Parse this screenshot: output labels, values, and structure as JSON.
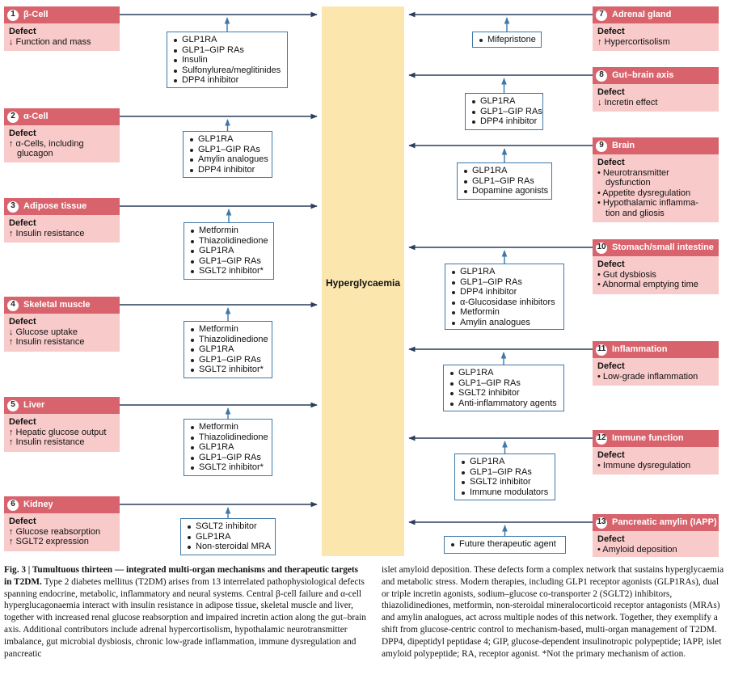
{
  "center_label": "Hyperglycaemia",
  "defect_label": "Defect",
  "left_organs": [
    {
      "num": "1",
      "title": "β-Cell",
      "items": [
        "↓ Function and mass"
      ]
    },
    {
      "num": "2",
      "title": "α-Cell",
      "items": [
        "↑ α-Cells, including",
        "glucagon"
      ]
    },
    {
      "num": "3",
      "title": "Adipose tissue",
      "items": [
        "↑ Insulin resistance"
      ]
    },
    {
      "num": "4",
      "title": "Skeletal muscle",
      "items": [
        "↓ Glucose uptake",
        "↑ Insulin resistance"
      ]
    },
    {
      "num": "5",
      "title": "Liver",
      "items": [
        "↑ Hepatic glucose output",
        "↑ Insulin resistance"
      ]
    },
    {
      "num": "6",
      "title": "Kidney",
      "items": [
        "↑ Glucose reabsorption",
        "↑ SGLT2 expression"
      ]
    }
  ],
  "right_organs": [
    {
      "num": "7",
      "title": "Adrenal gland",
      "items": [
        "↑ Hypercortisolism"
      ]
    },
    {
      "num": "8",
      "title": "Gut–brain axis",
      "items": [
        "↓ Incretin effect"
      ]
    },
    {
      "num": "9",
      "title": "Brain",
      "items": [
        "• Neurotransmitter",
        "dysfunction",
        "• Appetite dysregulation",
        "• Hypothalamic inflamma-",
        "tion and gliosis"
      ]
    },
    {
      "num": "10",
      "title": "Stomach/small intestine",
      "items": [
        "• Gut dysbiosis",
        "• Abnormal emptying time"
      ]
    },
    {
      "num": "11",
      "title": "Inflammation",
      "items": [
        "• Low-grade inflammation"
      ]
    },
    {
      "num": "12",
      "title": "Immune function",
      "items": [
        "• Immune dysregulation"
      ]
    },
    {
      "num": "13",
      "title": "Pancreatic amylin (IAPP)",
      "items": [
        "• Amyloid deposition"
      ]
    }
  ],
  "left_therapies": [
    [
      "GLP1RA",
      "GLP1–GIP RAs",
      "Insulin",
      "Sulfonylurea/meglitinides",
      "DPP4 inhibitor"
    ],
    [
      "GLP1RA",
      "GLP1–GIP RAs",
      "Amylin analogues",
      "DPP4 inhibitor"
    ],
    [
      "Metformin",
      "Thiazolidinedione",
      "GLP1RA",
      "GLP1–GIP RAs",
      "SGLT2 inhibitor*"
    ],
    [
      "Metformin",
      "Thiazolidinedione",
      "GLP1RA",
      "GLP1–GIP RAs",
      "SGLT2 inhibitor*"
    ],
    [
      "Metformin",
      "Thiazolidinedione",
      "GLP1RA",
      "GLP1–GIP RAs",
      "SGLT2 inhibitor*"
    ],
    [
      "SGLT2 inhibitor",
      "GLP1RA",
      "Non-steroidal MRA"
    ]
  ],
  "right_therapies": [
    [
      "Mifepristone"
    ],
    [
      "GLP1RA",
      "GLP1–GIP RAs",
      "DPP4 inhibitor"
    ],
    [
      "GLP1RA",
      "GLP1–GIP RAs",
      "Dopamine agonists"
    ],
    [
      "GLP1RA",
      "GLP1–GIP RAs",
      "DPP4 inhibitor",
      "α-Glucosidase inhibitors",
      "Metformin",
      "Amylin analogues"
    ],
    [
      "GLP1RA",
      "GLP1–GIP RAs",
      "SGLT2 inhibitor",
      "Anti-inflammatory agents"
    ],
    [
      "GLP1RA",
      "GLP1–GIP RAs",
      "SGLT2 inhibitor",
      "Immune modulators"
    ],
    [
      "Future therapeutic agent"
    ]
  ],
  "caption": {
    "fig_label": "Fig. 3 | Tumultuous thirteen — integrated multi-organ mechanisms and therapeutic targets in T2DM.",
    "left_text": " Type 2 diabetes mellitus (T2DM) arises from 13 interrelated pathophysiological defects spanning endocrine, metabolic, inflammatory and neural systems. Central β-cell failure and α-cell hyperglucagonaemia interact with insulin resistance in adipose tissue, skeletal muscle and liver, together with increased renal glucose reabsorption and impaired incretin action along the gut–brain axis. Additional contributors include adrenal hypercortisolism, hypothalamic neurotransmitter imbalance, gut microbial dysbiosis, chronic low-grade inflammation, immune dysregulation and pancreatic",
    "right_text": "islet amyloid deposition. These defects form a complex network that sustains hyperglycaemia and metabolic stress. Modern therapies, including GLP1 receptor agonists (GLP1RAs), dual or triple incretin agonists, sodium–glucose co-transporter 2 (SGLT2) inhibitors, thiazolidinediones, metformin, non-steroidal mineralocorticoid receptor antagonists (MRAs) and amylin analogues, act across multiple nodes of this network. Together, they exemplify a shift from glucose-centric control to mechanism-based, multi-organ management of T2DM. DPP4, dipeptidyl peptidase 4; GIP, glucose-dependent insulinotropic polypeptide; IAPP, islet amyloid polypeptide; RA, receptor agonist. *Not the primary mechanism of action."
  }
}
